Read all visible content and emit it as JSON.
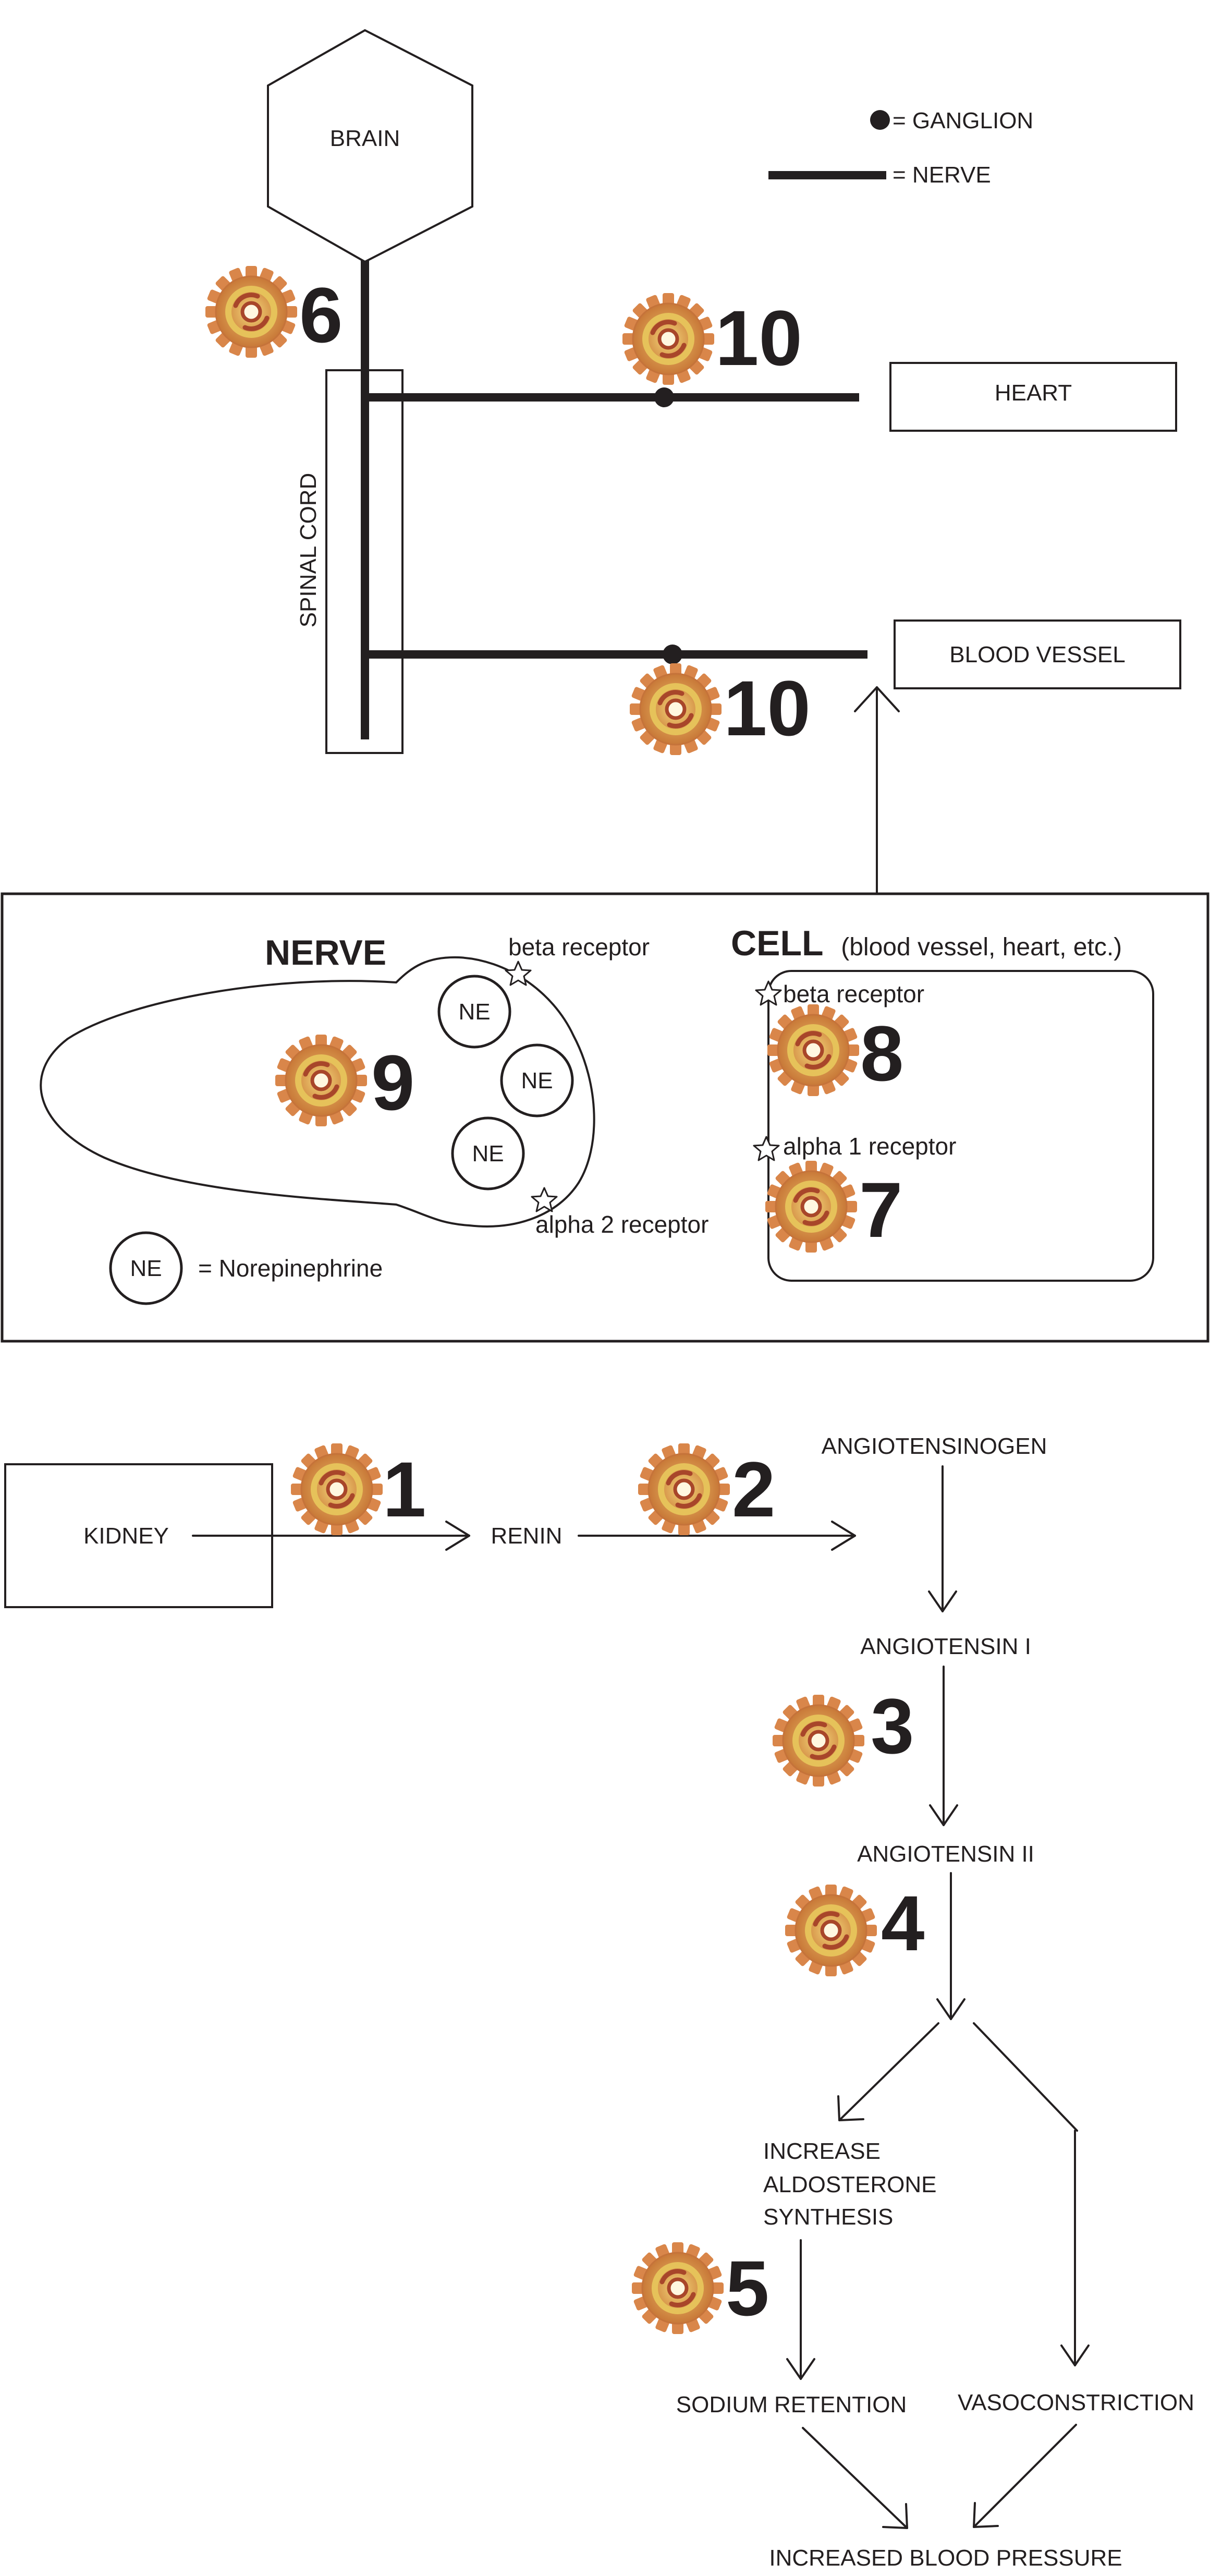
{
  "legend": {
    "ganglion": "= GANGLION",
    "nerve": "= NERVE"
  },
  "nervous": {
    "brain": "BRAIN",
    "spinal_cord": "SPINAL CORD",
    "heart": "HEART",
    "blood_vessel": "BLOOD VESSEL"
  },
  "nerve_panel": {
    "title": "NERVE",
    "beta_receptor": "beta receptor",
    "alpha2_receptor": "alpha 2 receptor",
    "ne": "NE",
    "ne_legend": "= Norepinephrine"
  },
  "cell_panel": {
    "title": "CELL",
    "subtitle": "(blood vessel, heart, etc.)",
    "beta_receptor": "beta receptor",
    "alpha1_receptor": "alpha 1 receptor"
  },
  "raas": {
    "kidney": "KIDNEY",
    "renin": "RENIN",
    "angiotensinogen": "ANGIOTENSINOGEN",
    "angiotensin1": "ANGIOTENSIN I",
    "angiotensin2": "ANGIOTENSIN II",
    "aldo_1": "INCREASE",
    "aldo_2": "ALDOSTERONE",
    "aldo_3": "SYNTHESIS",
    "sodium": "SODIUM RETENTION",
    "vaso": "VASOCONSTRICTION",
    "bp": "INCREASED BLOOD PRESSURE"
  },
  "markers": {
    "m1": "1",
    "m2": "2",
    "m3": "3",
    "m4": "4",
    "m5": "5",
    "m6": "6",
    "m7": "7",
    "m8": "8",
    "m9": "9",
    "m10a": "10",
    "m10b": "10"
  },
  "colors": {
    "ink": "#231f20",
    "gear_outer": "#d9864a",
    "gear_mid": "#c9a13e",
    "gear_inner": "#e6c25a",
    "gear_hub": "#a8462a"
  },
  "icon": "gear-icon"
}
